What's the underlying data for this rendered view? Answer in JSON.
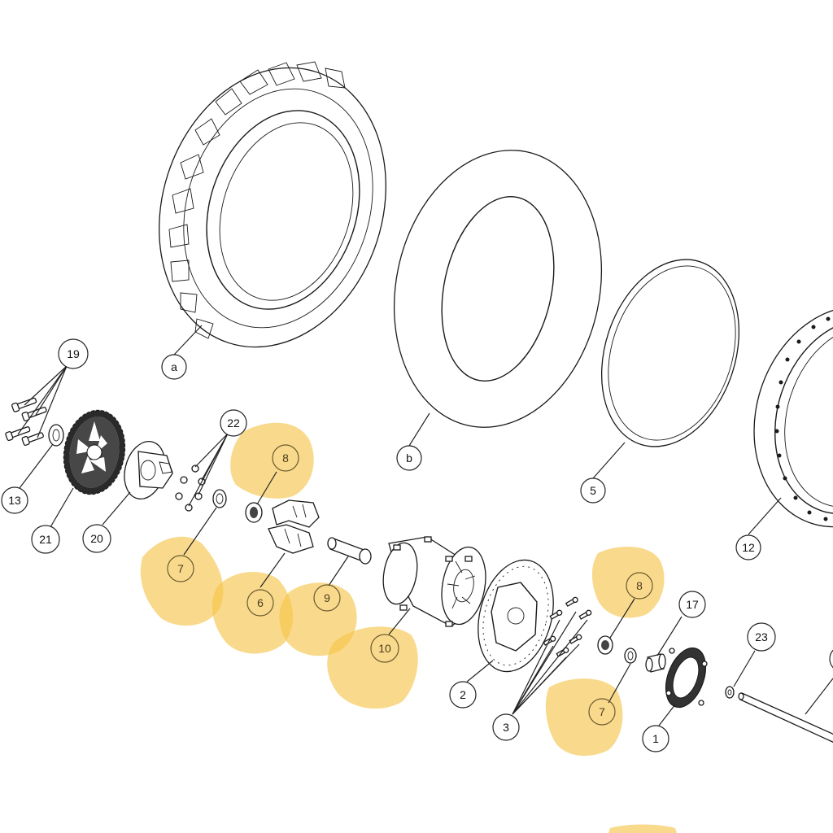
{
  "diagram": {
    "callouts": {
      "a": "a",
      "b": "b",
      "c5": "5",
      "c12": "12",
      "c19": "19",
      "c22": "22",
      "c13": "13",
      "c21": "21",
      "c20": "20",
      "c8_top": "8",
      "c7_left": "7",
      "c6": "6",
      "c9": "9",
      "c10": "10",
      "c2": "2",
      "c3": "3",
      "c8_right": "8",
      "c7_right": "7",
      "c17": "17",
      "c1": "1",
      "c23": "23"
    },
    "highlight_color": "#f6c347"
  }
}
